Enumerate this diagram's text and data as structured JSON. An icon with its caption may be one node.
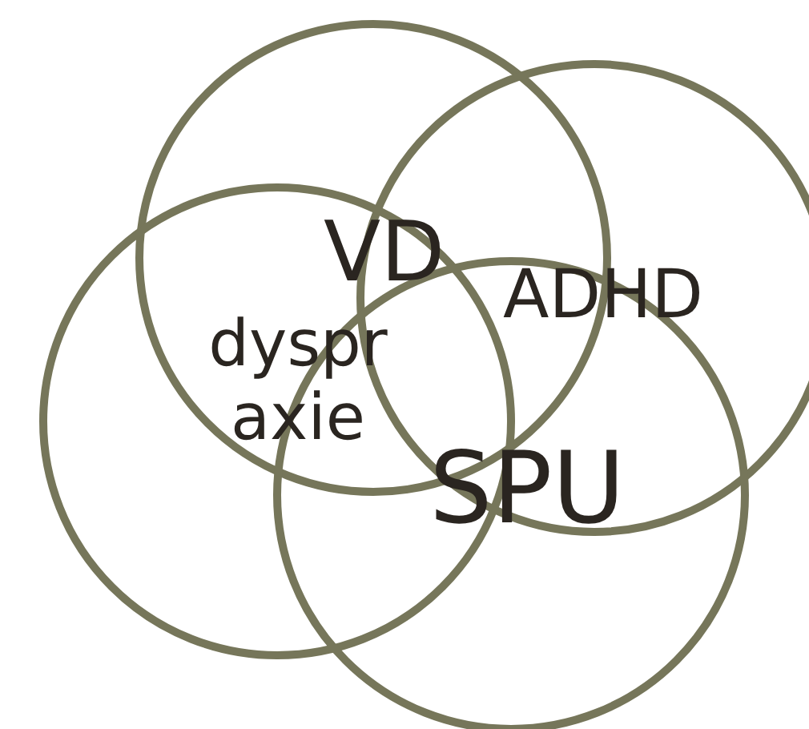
{
  "diagram": {
    "nodes": [
      {
        "text": [
          "VD"
        ]
      },
      {
        "text": [
          "ADHD"
        ]
      },
      {
        "text": [
          "dyspraxie"
        ]
      },
      {
        "text": [
          "SPU"
        ]
      }
    ]
  }
}
